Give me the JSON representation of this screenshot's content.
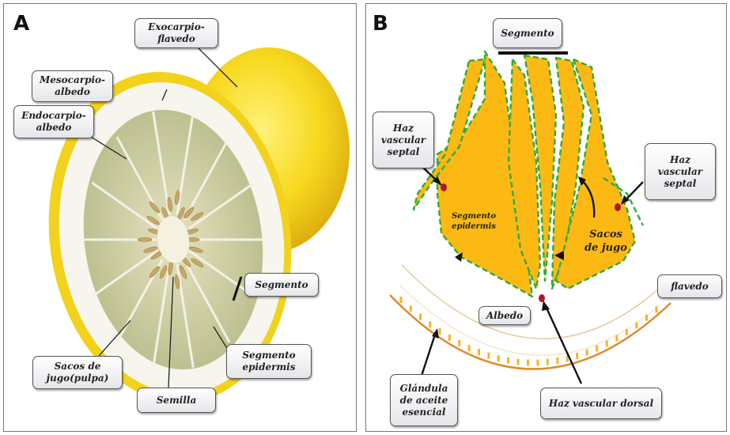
{
  "panel_a": {
    "letter": "A",
    "labels": {
      "exocarp": "Exocarpio-\nflavedo",
      "mesocarp": "Mesocarpio-\nalbedo",
      "endocarp": "Endocarpio-\nalbedo",
      "segment": "Segmento",
      "sacs": "Sacos de\njugo(pulpa)",
      "seed": "Semilla",
      "seg_epidermis": "Segmento\nepidermis"
    }
  },
  "panel_b": {
    "letter": "B",
    "labels": {
      "segment": "Segmento",
      "haz_left": "Haz\nvascular\nseptal",
      "haz_right": "Haz\nvascular\nseptal",
      "flavedo": "flavedo",
      "albedo": "Albedo",
      "glandula": "Glándula\nde aceite\nesencial",
      "haz_dorsal": "Haz vascular dorsal"
    },
    "inner_text": {
      "seg_epidermis": "Segmento\nepidermis",
      "sacos": "Sacos\nde jugo"
    }
  },
  "colors": {
    "rind_yellow": "#f5d61c",
    "albedo_white": "#f6f5ee",
    "pulp_green": "#c9caa0",
    "segment_orange": "#fdb913",
    "dashed_green": "#2eaa3c",
    "vascular_red": "#b0182a",
    "flavedo_orange": "#e08a2c"
  }
}
